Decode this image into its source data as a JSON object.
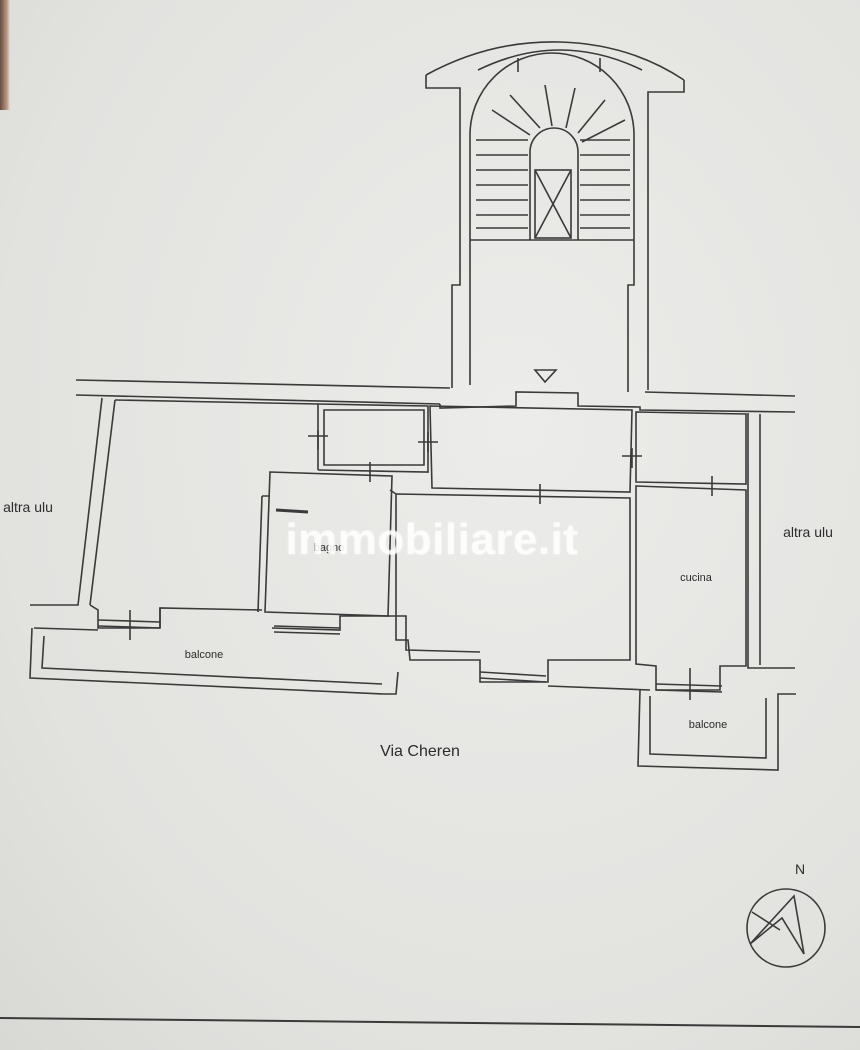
{
  "plan": {
    "neighbor_left": "altra ulu",
    "neighbor_right": "altra ulu",
    "rooms": {
      "bathroom": "bagno",
      "kitchen": "cucina",
      "balcony_front": "balcone",
      "balcony_kitchen": "balcone"
    },
    "street": "Via Cheren",
    "compass_label": "N"
  },
  "watermark": "immobiliare.it",
  "colors": {
    "paper": "#e6e6e4",
    "ink": "#333333",
    "watermark": "#ffffff"
  }
}
